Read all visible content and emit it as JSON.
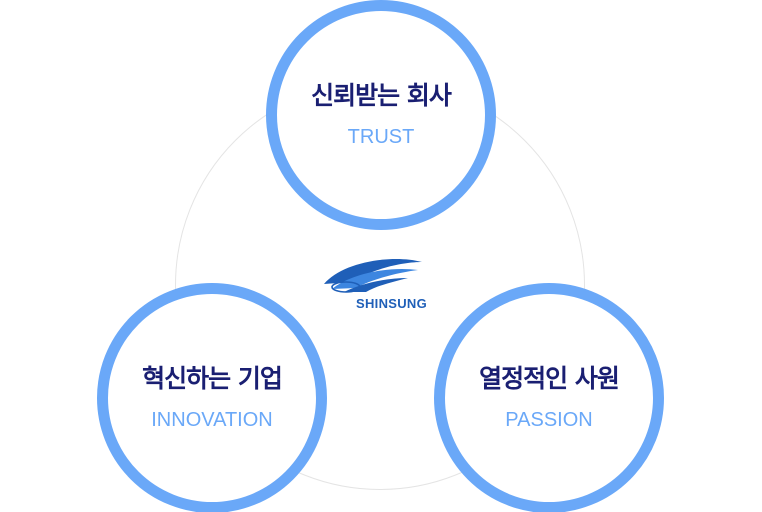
{
  "values": [
    {
      "korean": "신뢰받는 회사",
      "english": "TRUST"
    },
    {
      "korean": "혁신하는 기업",
      "english": "INNOVATION"
    },
    {
      "korean": "열정적인 사원",
      "english": "PASSION"
    }
  ],
  "logo": {
    "text": "SHINSUNG",
    "icon": "swoosh-logo-icon"
  },
  "colors": {
    "circle_border": "#6aa8f8",
    "korean_text": "#1a1f72",
    "english_text": "#6aa8f8",
    "logo_blue": "#1f5fb8"
  }
}
